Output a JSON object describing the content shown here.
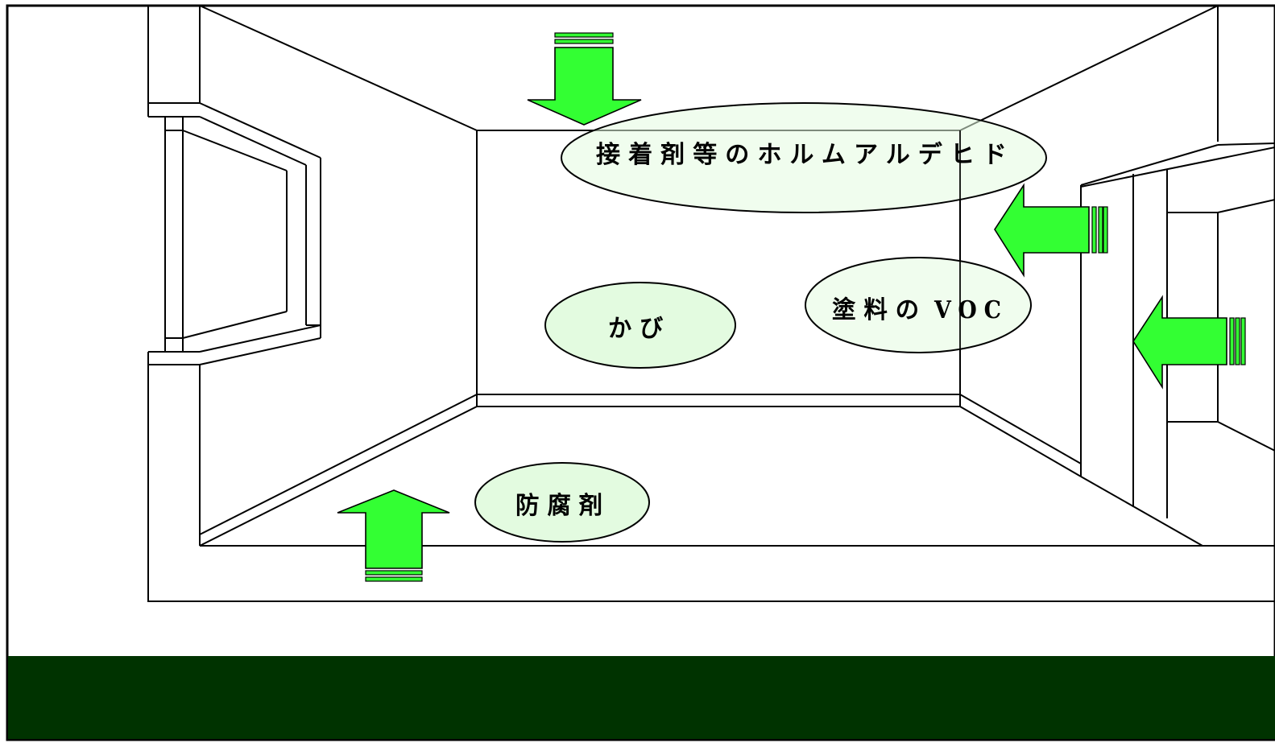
{
  "labels": {
    "formaldehyde": "接着剤等のホルムアルデヒド",
    "mold": "かび",
    "paint_voc_prefix": "塗料の",
    "paint_voc_suffix": "VOC",
    "preservative": "防腐剤"
  },
  "colors": {
    "arrow_fill": "#33ff33",
    "bubble_fill": "#e3fbe0",
    "footer_band": "#003300",
    "line": "#000000"
  },
  "icons": {
    "arrow_down": "down-arrow-icon",
    "arrow_up": "up-arrow-icon",
    "arrow_left": "left-arrow-icon"
  }
}
